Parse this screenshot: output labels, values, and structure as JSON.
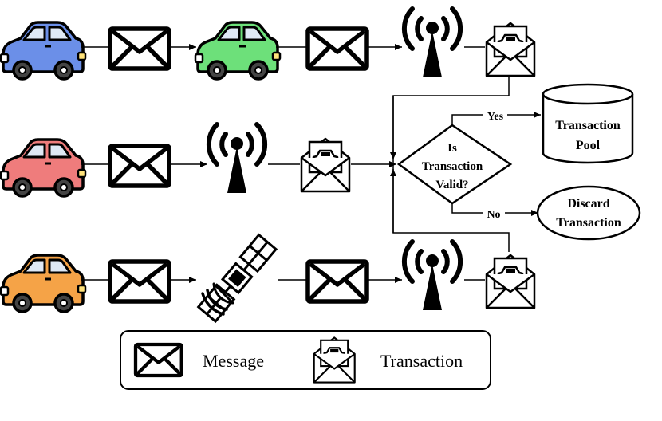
{
  "flowchart": {
    "decision_label": [
      "Is",
      "Transaction",
      "Valid?"
    ],
    "yes_label": "Yes",
    "no_label": "No",
    "pool_label": [
      "Transaction",
      "Pool"
    ],
    "discard_label": [
      "Discard",
      "Transaction"
    ]
  },
  "legend": {
    "message_label": "Message",
    "transaction_label": "Transaction"
  },
  "colors": {
    "car_blue": "#6b8fe8",
    "car_green": "#6de07a",
    "car_red": "#ef7c7c",
    "car_orange": "#f5a347",
    "window": "#dfe9f5",
    "stroke": "#000000"
  },
  "icons": [
    "car-icon",
    "envelope-icon",
    "antenna-tower-icon",
    "transaction-envelope-icon",
    "satellite-icon"
  ]
}
